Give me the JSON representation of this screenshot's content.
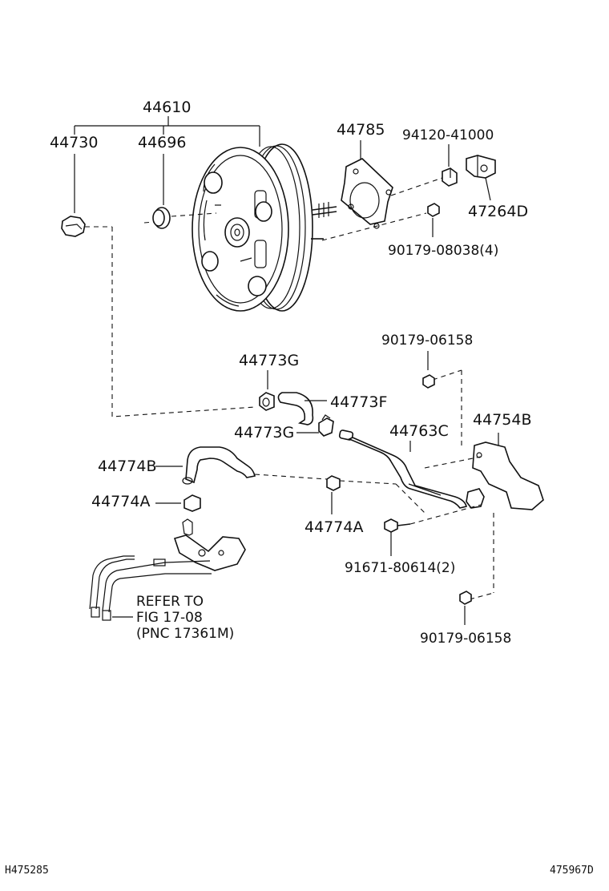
{
  "labels": {
    "p44610": "44610",
    "p44730": "44730",
    "p44696": "44696",
    "p44785": "44785",
    "p94120": "94120-41000",
    "p47264d": "47264D",
    "p90179_08038": "90179-08038(4)",
    "p90179_06158_top": "90179-06158",
    "p44773g_top": "44773G",
    "p44773f": "44773F",
    "p44773g_mid": "44773G",
    "p44763c": "44763C",
    "p44754b": "44754B",
    "p44774b": "44774B",
    "p44774a_left": "44774A",
    "p44774a_mid": "44774A",
    "p91671": "91671-80614(2)",
    "p90179_06158_bottom": "90179-06158",
    "refer_line1": "REFER TO",
    "refer_line2": "FIG 17-08",
    "refer_line3": "(PNC 17361M)"
  },
  "footer": {
    "left_code": "H475285",
    "right_code": "475967D"
  }
}
